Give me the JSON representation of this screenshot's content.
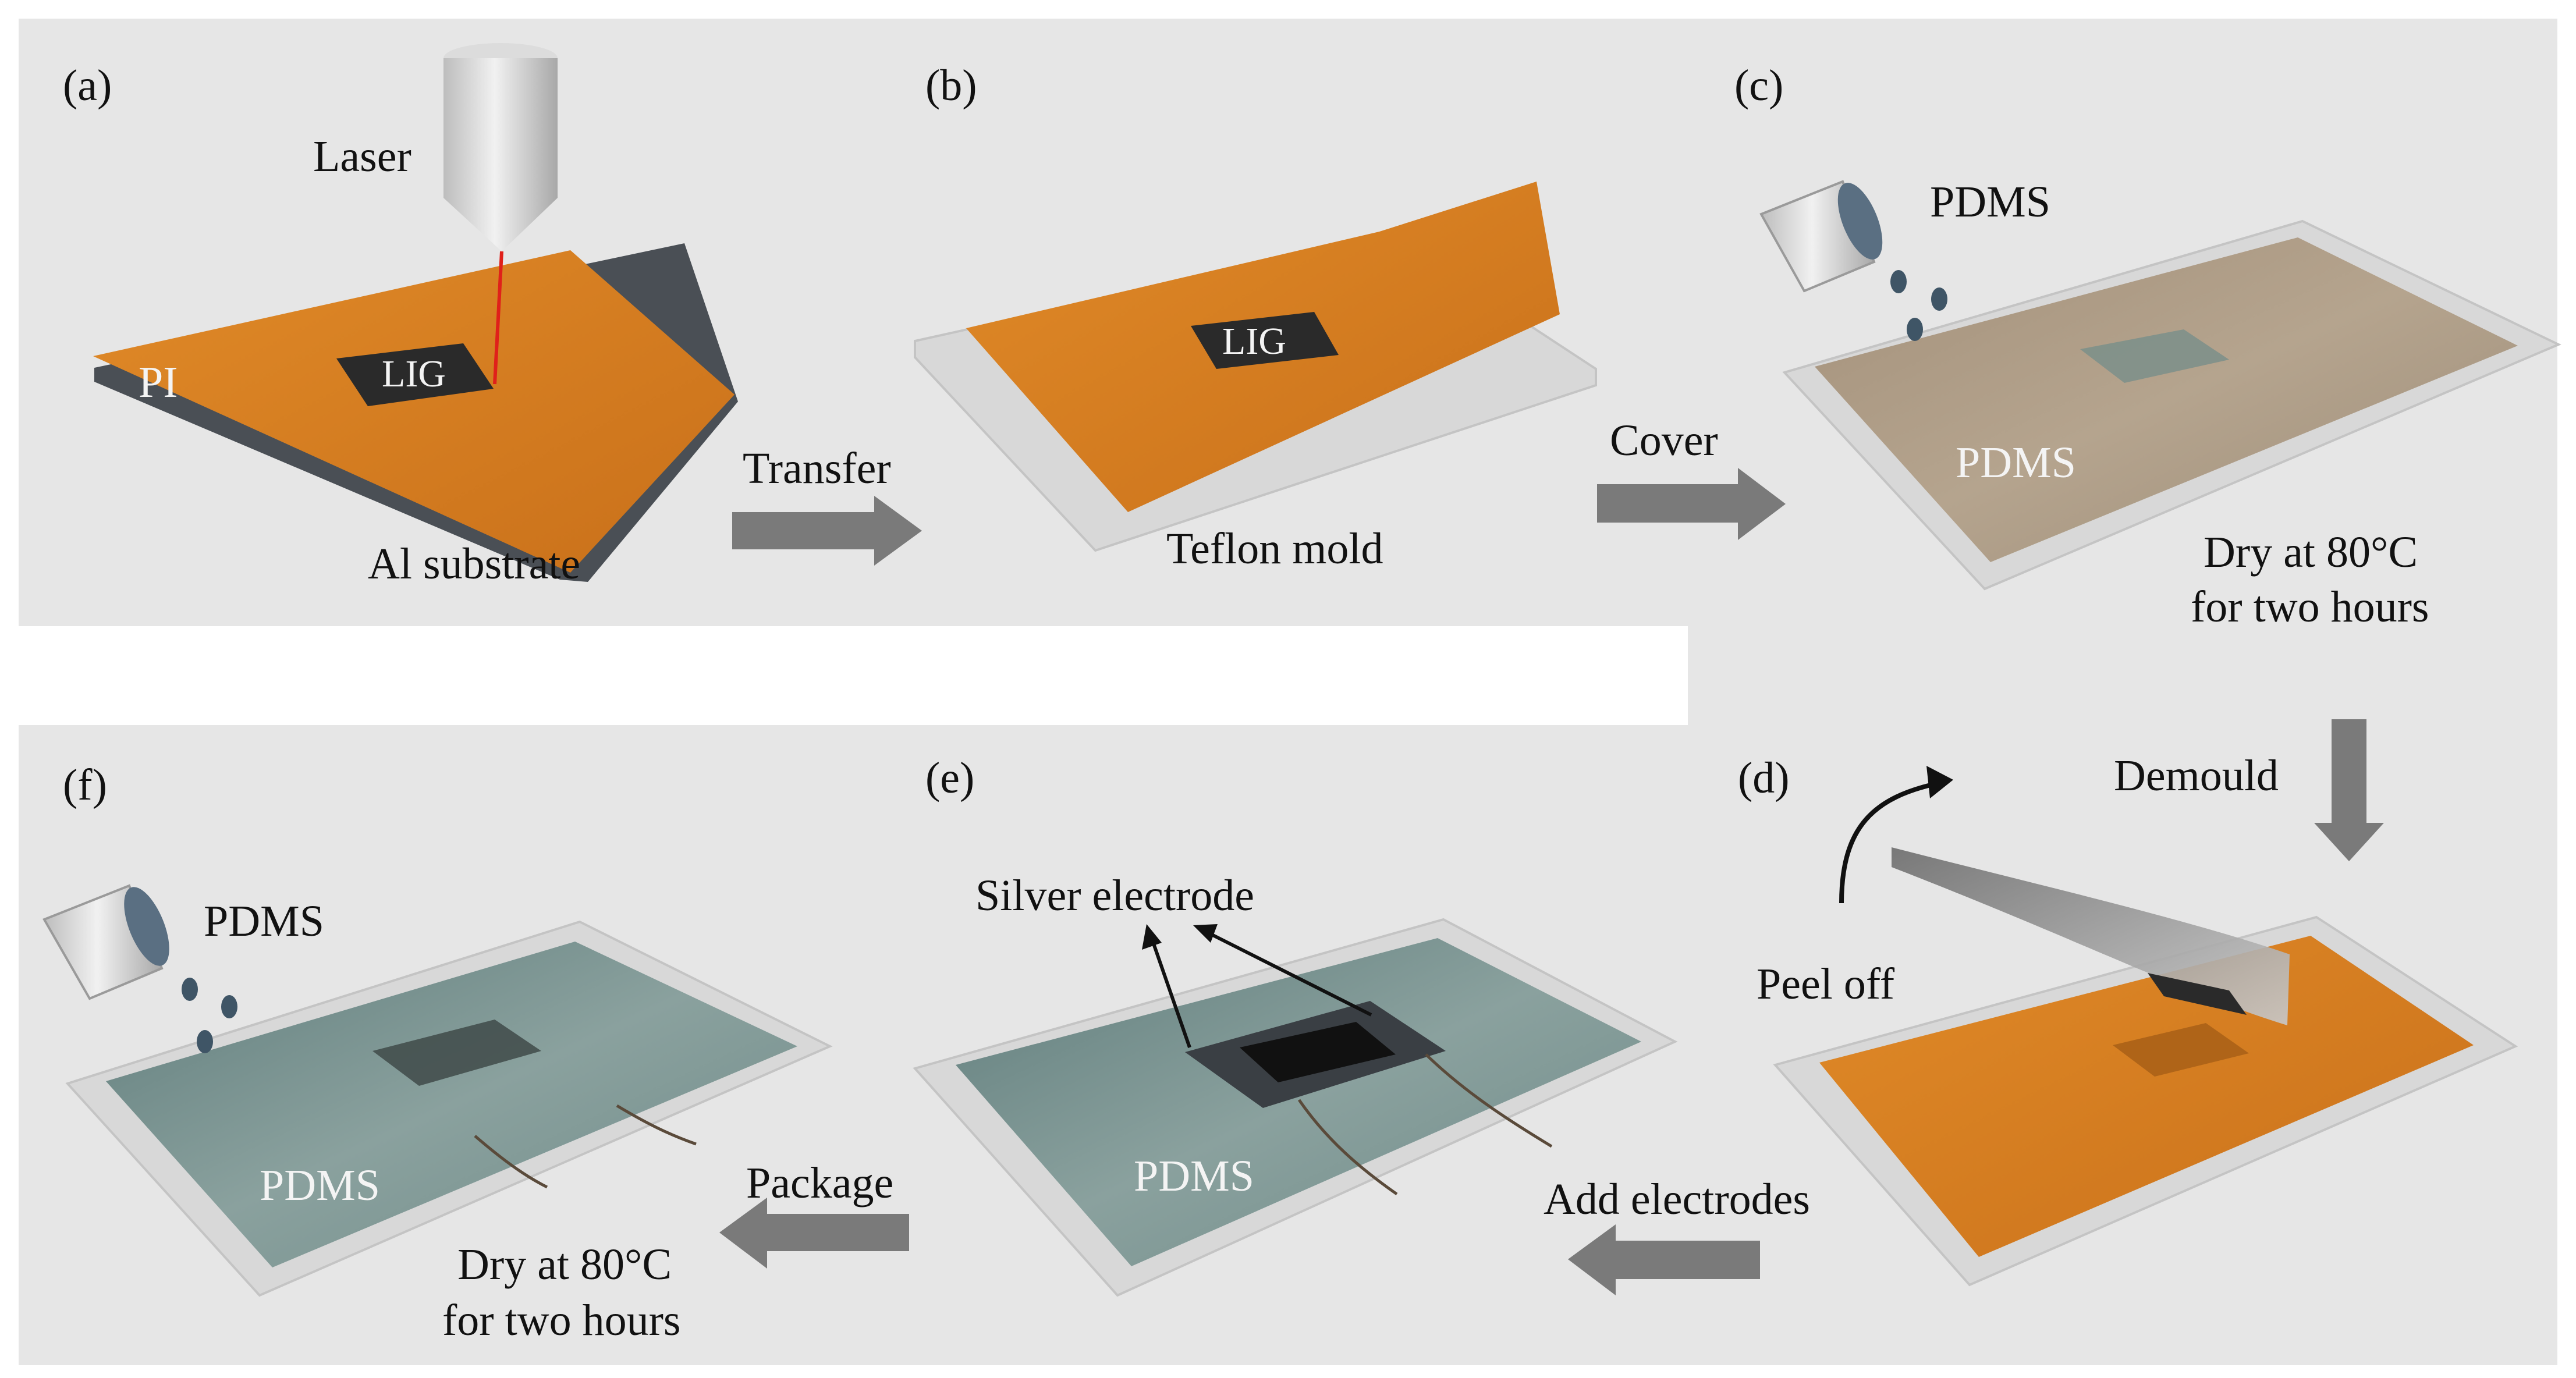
{
  "panels": {
    "a": {
      "tag": "(a)",
      "laser": "Laser",
      "pi": "PI",
      "lig": "LIG",
      "substrate": "Al substrate"
    },
    "b": {
      "tag": "(b)",
      "lig": "LIG",
      "mold": "Teflon mold"
    },
    "c": {
      "tag": "(c)",
      "pdms_pour": "PDMS",
      "pdms_layer": "PDMS",
      "dry_line1": "Dry at 80°C",
      "dry_line2": "for two hours"
    },
    "d": {
      "tag": "(d)",
      "peel": "Peel off"
    },
    "e": {
      "tag": "(e)",
      "silver": "Silver electrode",
      "pdms_layer": "PDMS"
    },
    "f": {
      "tag": "(f)",
      "pdms_pour": "PDMS",
      "pdms_layer": "PDMS",
      "dry_line1": "Dry at 80°C",
      "dry_line2": "for two hours"
    }
  },
  "steps": {
    "transfer": "Transfer",
    "cover": "Cover",
    "demould": "Demould",
    "add_electrodes": "Add electrodes",
    "package": "Package"
  },
  "colors": {
    "background_panel": "#e6e6e6",
    "polyimide": "#d9801f",
    "lig": "#2b2b2b",
    "pdms_film": "#7f9a96",
    "arrow": "#7a7a7a",
    "laser_beam": "#e0201a"
  }
}
